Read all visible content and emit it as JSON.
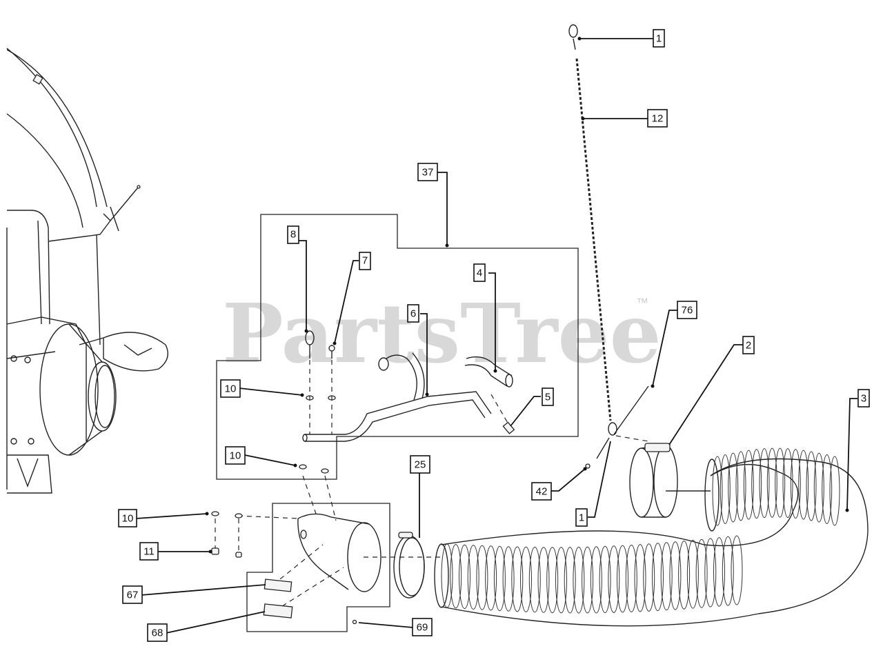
{
  "diagram": {
    "watermark": "PartsTree",
    "trademark": "™",
    "callouts": [
      {
        "id": "c1-top",
        "label": "1"
      },
      {
        "id": "c12",
        "label": "12"
      },
      {
        "id": "c37",
        "label": "37"
      },
      {
        "id": "c8",
        "label": "8"
      },
      {
        "id": "c7",
        "label": "7"
      },
      {
        "id": "c4",
        "label": "4"
      },
      {
        "id": "c6",
        "label": "6"
      },
      {
        "id": "c76",
        "label": "76"
      },
      {
        "id": "c2",
        "label": "2"
      },
      {
        "id": "c3",
        "label": "3"
      },
      {
        "id": "c5",
        "label": "5"
      },
      {
        "id": "c10a",
        "label": "10"
      },
      {
        "id": "c10b",
        "label": "10"
      },
      {
        "id": "c25",
        "label": "25"
      },
      {
        "id": "c42",
        "label": "42"
      },
      {
        "id": "c1-bot",
        "label": "1"
      },
      {
        "id": "c10c",
        "label": "10"
      },
      {
        "id": "c11",
        "label": "11"
      },
      {
        "id": "c67",
        "label": "67"
      },
      {
        "id": "c68",
        "label": "68"
      },
      {
        "id": "c69",
        "label": "69"
      }
    ]
  }
}
